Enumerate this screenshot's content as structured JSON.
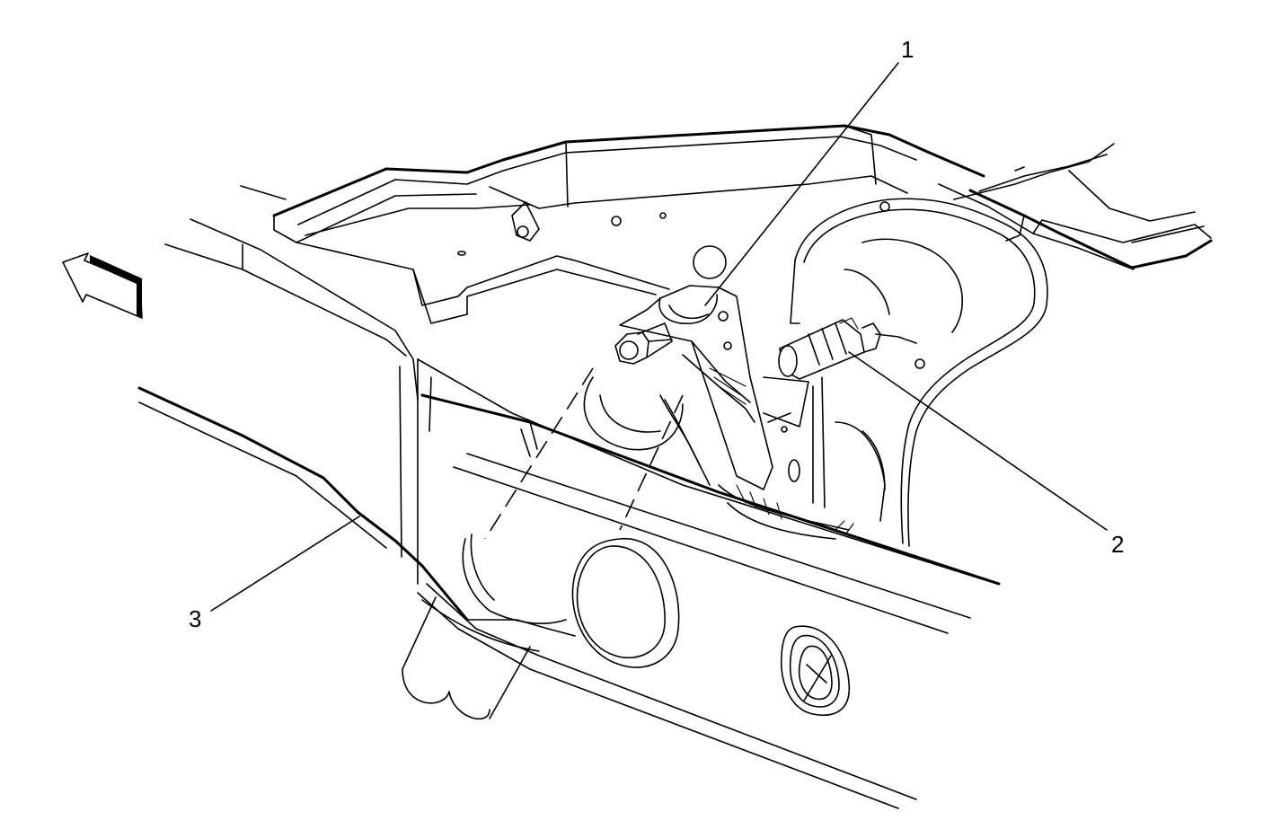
{
  "callouts": [
    {
      "id": "1",
      "label": "1"
    },
    {
      "id": "2",
      "label": "2"
    },
    {
      "id": "3",
      "label": "3"
    }
  ],
  "colors": {
    "line": "#000000",
    "background": "#ffffff"
  },
  "icons": [
    "forward-direction-arrow-icon"
  ]
}
